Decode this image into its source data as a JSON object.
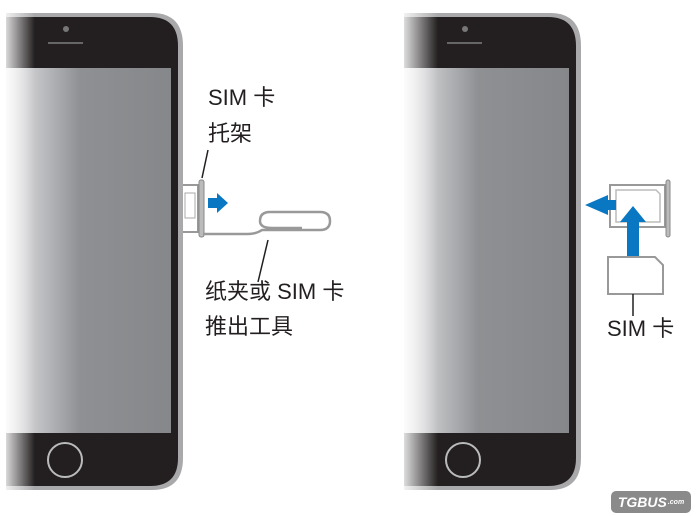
{
  "left_panel": {
    "tray_label_line1": "SIM 卡",
    "tray_label_line2": "托架",
    "tool_label_line1": "纸夹或 SIM 卡",
    "tool_label_line2": "推出工具"
  },
  "right_panel": {
    "card_label": "SIM 卡"
  },
  "watermark": {
    "text": "TGBUS",
    "suffix": ".com"
  },
  "colors": {
    "arrow": "#0a77c2",
    "bezel": "#231f20",
    "screen": "#888a8d"
  }
}
